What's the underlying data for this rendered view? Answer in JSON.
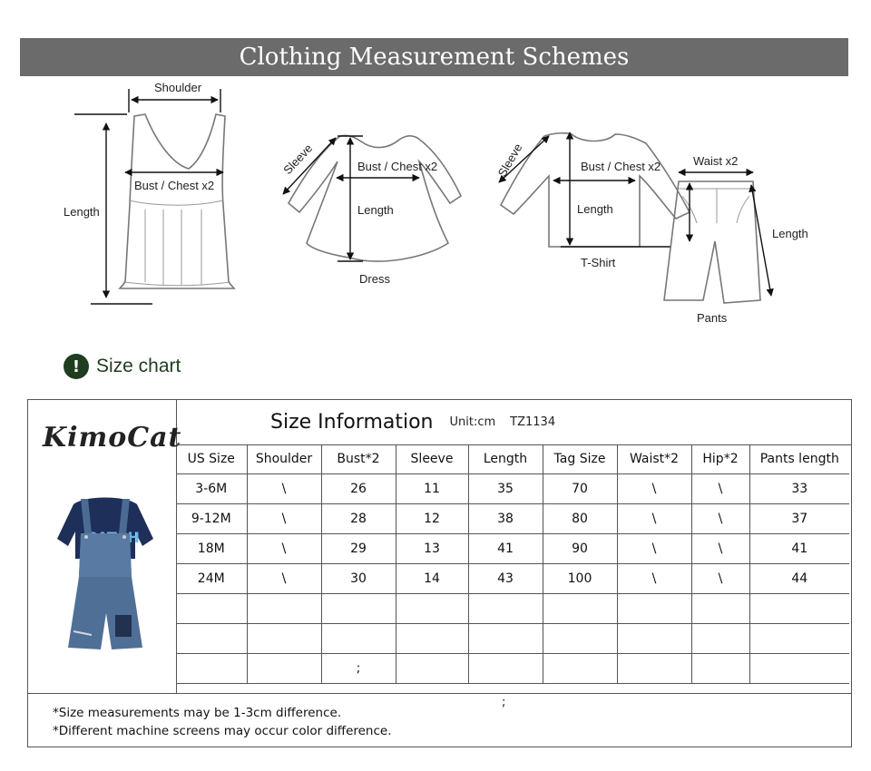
{
  "banner": {
    "title": "Clothing Measurement Schemes"
  },
  "diagrams": {
    "vest": {
      "shoulder": "Shoulder",
      "bust": "Bust / Chest x2",
      "length": "Length"
    },
    "dress": {
      "sleeve": "Sleeve",
      "bust": "Bust / Chest x2",
      "length": "Length",
      "caption": "Dress"
    },
    "tshirt": {
      "sleeve": "Sleeve",
      "bust": "Bust / Chest x2",
      "length": "Length",
      "caption": "T-Shirt"
    },
    "pants": {
      "waist": "Waist x2",
      "length": "Length",
      "caption": "Pants"
    }
  },
  "size_heading": {
    "icon": "exclamation-icon",
    "label": "Size chart",
    "color": "#1f3d1f"
  },
  "table_panel": {
    "brand": "KimoCat",
    "product_image": "denim-overalls-tshirt-set"
  },
  "info": {
    "title": "Size Information",
    "unit": "Unit:cm",
    "code": "TZ1134"
  },
  "table": {
    "headers": [
      "US Size",
      "Shoulder",
      "Bust*2",
      "Sleeve",
      "Length",
      "Tag Size",
      "Waist*2",
      "Hip*2",
      "Pants length"
    ],
    "rows": [
      [
        "3-6M",
        "\\",
        "26",
        "11",
        "35",
        "70",
        "\\",
        "\\",
        "33"
      ],
      [
        "9-12M",
        "\\",
        "28",
        "12",
        "38",
        "80",
        "\\",
        "\\",
        "37"
      ],
      [
        "18M",
        "\\",
        "29",
        "13",
        "41",
        "90",
        "\\",
        "\\",
        "41"
      ],
      [
        "24M",
        "\\",
        "30",
        "14",
        "43",
        "100",
        "\\",
        "\\",
        "44"
      ],
      [
        "",
        "",
        "",
        "",
        "",
        "",
        "",
        "",
        ""
      ],
      [
        "",
        "",
        "",
        "",
        "",
        "",
        "",
        "",
        ""
      ],
      [
        "",
        "",
        ";",
        "",
        "",
        "",
        "",
        "",
        ""
      ]
    ]
  },
  "notes": {
    "line1": "*Size measurements may be 1-3cm difference.",
    "line2": "*Different machine screens may occur color difference.",
    "stray": ";"
  }
}
